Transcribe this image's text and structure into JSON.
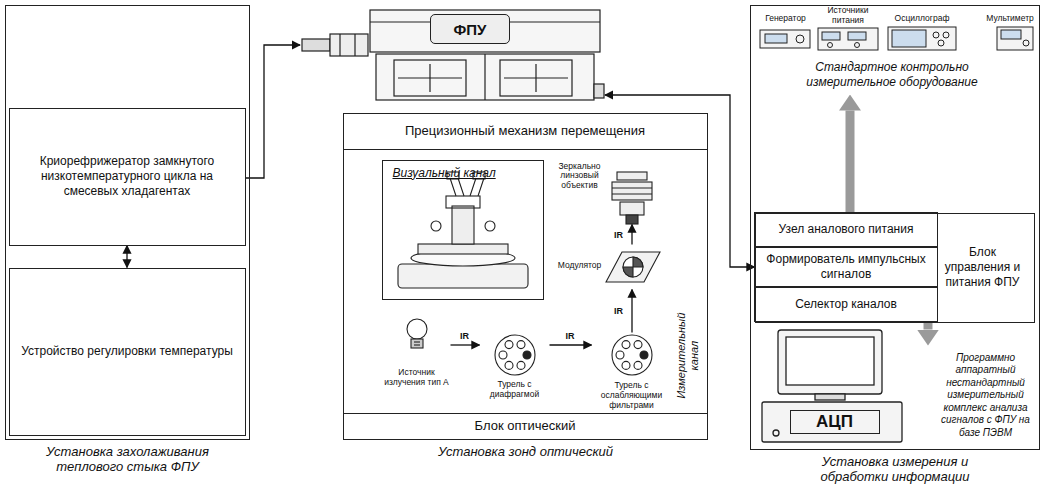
{
  "diagram": {
    "nodes": [
      {
        "text": [
          "Установка захолаживания теплового стыка ФПУ"
        ]
      },
      {
        "text": [
          "Криорефрижератор замкнутого низкотемпературного цикла на смесевых хладагентах"
        ],
        "in": 0
      },
      {
        "text": [
          "Устройство регулировки температуры"
        ],
        "in": 0
      },
      {
        "text": [
          "ФПУ"
        ]
      },
      {
        "text": [
          "Установка зонд оптический"
        ]
      },
      {
        "text": [
          "Прецизионный механизм перемещения"
        ],
        "in": 4
      },
      {
        "text": [
          "Визуальный канал"
        ],
        "in": 4
      },
      {
        "text": [
          "Зеркально линзовый объектив"
        ],
        "in": 4
      },
      {
        "text": [
          "Модулятор"
        ],
        "in": 4
      },
      {
        "text": [
          "Источник излучения тип А"
        ],
        "in": 4
      },
      {
        "text": [
          "Турель с диафрагмой"
        ],
        "in": 4
      },
      {
        "text": [
          "Турель с ослабляющими фильтрами"
        ],
        "in": 4
      },
      {
        "text": [
          "Блок оптический"
        ],
        "in": 4
      },
      {
        "text": [
          "Установка измерения и обработки информации"
        ]
      },
      {
        "text": [
          "Стандартное контрольно измерительное оборудование"
        ],
        "in": 13
      },
      {
        "text": [
          "Блок управления и питания ФПУ"
        ],
        "in": 13
      },
      {
        "text": [
          "Узел аналового питания"
        ],
        "in": 15
      },
      {
        "text": [
          "Формирователь импульсных сигналов"
        ],
        "in": 15
      },
      {
        "text": [
          "Селектор каналов"
        ],
        "in": 15
      },
      {
        "text": [
          "Программно аппаратный нестандартный измерительный комплекс анализа сигналов с ФПУ на базе ПЭВМ"
        ],
        "in": 13
      },
      {
        "text": [
          "АЦП"
        ],
        "in": 13
      }
    ],
    "edges": [
      {
        "from": 1,
        "to": 3,
        "arrow": "to"
      },
      {
        "from": 2,
        "to": 1,
        "arrow": "both"
      },
      {
        "from": 3,
        "to": 15,
        "arrow": "both"
      },
      {
        "from": 9,
        "to": 10,
        "label": "IR",
        "arrow": "to"
      },
      {
        "from": 10,
        "to": 11,
        "label": "IR",
        "arrow": "to"
      },
      {
        "from": 11,
        "to": 8,
        "label": "IR",
        "arrow": "to"
      },
      {
        "from": 8,
        "to": 7,
        "label": "IR",
        "arrow": "to"
      },
      {
        "from": 15,
        "to": 14,
        "arrow": "to"
      },
      {
        "from": 15,
        "to": 19,
        "arrow": "to"
      }
    ],
    "labels": [
      "Измерительный канал",
      "Генератор",
      "Источники питания",
      "Осциллограф",
      "Мультиметр"
    ]
  }
}
